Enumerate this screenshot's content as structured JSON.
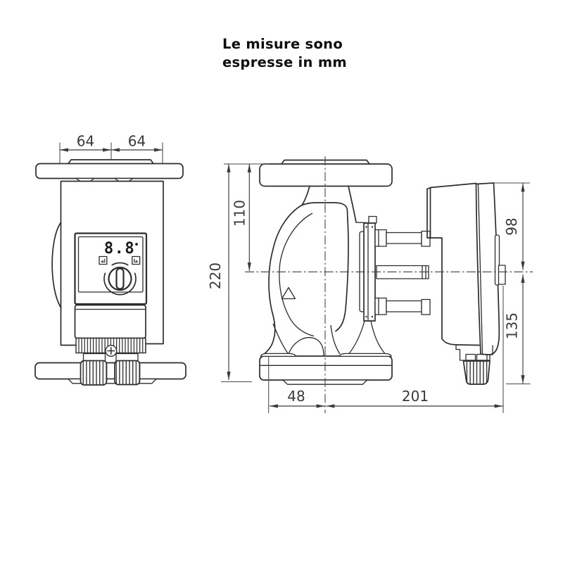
{
  "title": {
    "line1": "Le misure sono",
    "line2": "espresse in mm"
  },
  "front_view": {
    "display": {
      "value": "8.8",
      "dot": "·"
    },
    "dimensions": {
      "body_left_half": "64",
      "body_right_half": "64"
    }
  },
  "side_view": {
    "dimensions": {
      "total_height": "220",
      "flange_to_axis": "110",
      "axis_to_motor_top": "98",
      "axis_to_gland_bottom": "135",
      "inlet_face_to_axis": "48",
      "axis_to_rear_end": "201"
    }
  },
  "colors": {
    "line": "#2d2d2d",
    "dimension": "#3a3a3a",
    "background": "#ffffff"
  }
}
